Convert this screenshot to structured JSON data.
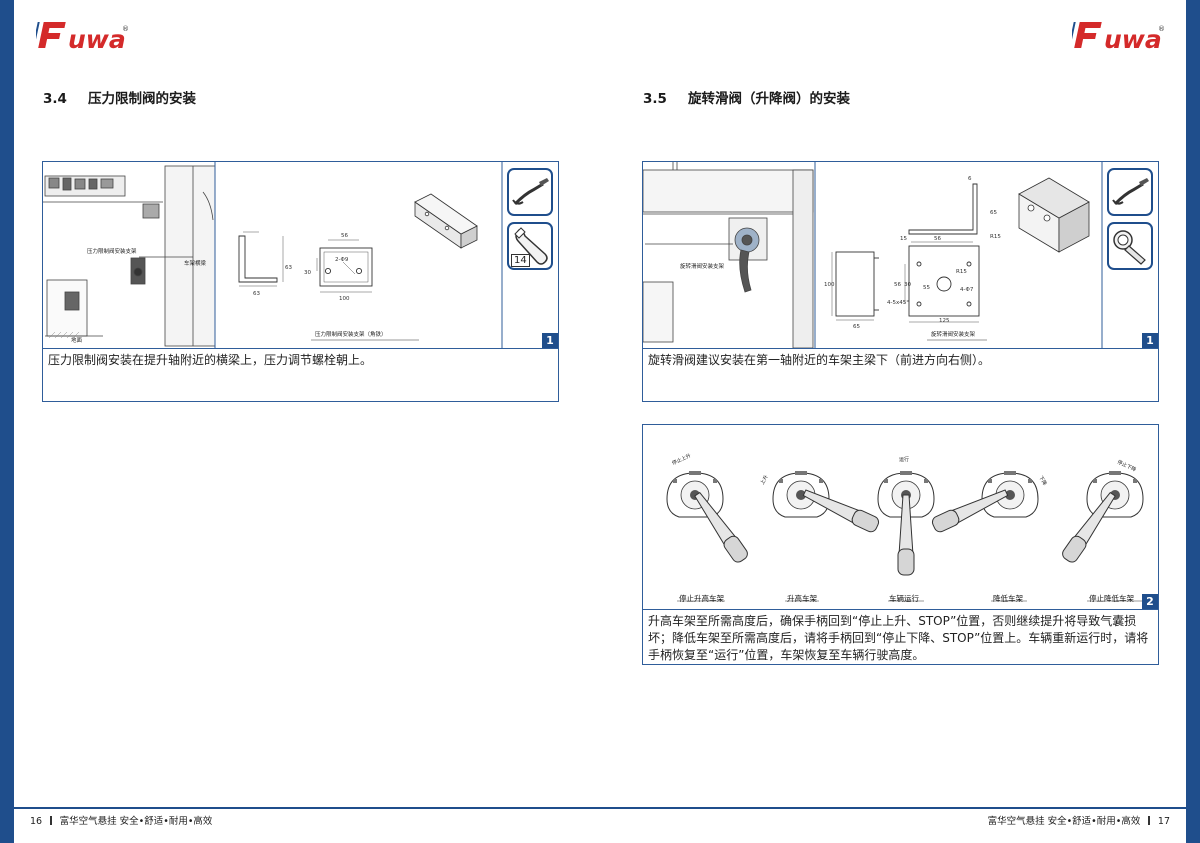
{
  "brand": {
    "name": "Fuwa",
    "registered": "®",
    "color": "#d42a2a",
    "accent": "#1f4e8c"
  },
  "left_page": {
    "section": {
      "number": "3.4",
      "title": "压力限制阀的安装"
    },
    "figure": {
      "badge": "1",
      "labels": {
        "bracket": "压力限制阀安装支架",
        "crossbeam": "车架横梁",
        "ground": "地面",
        "angle_bracket": "压力限制阀安装支架（角铁）"
      },
      "dims": {
        "d63a": "63",
        "d63b": "63",
        "d30": "30",
        "d56": "56",
        "d2phi9": "2-Φ9",
        "d100": "100"
      },
      "tools": {
        "wrench_size": "14"
      }
    },
    "caption": "压力限制阀安装在提升轴附近的横梁上，压力调节螺栓朝上。"
  },
  "right_page": {
    "section": {
      "number": "3.5",
      "title": "旋转滑阀（升降阀）的安装"
    },
    "figure1": {
      "badge": "1",
      "labels": {
        "bracket": "旋转滑阀安装支架",
        "bracket_bottom": "旋转滑阀安装支架"
      },
      "dims": {
        "d6": "6",
        "d65a": "65",
        "dR15a": "R15",
        "d15": "15",
        "d56a": "56",
        "dR15b": "R15",
        "d56b": "56",
        "d30": "30",
        "d55": "55",
        "d4phi7": "4-Φ7",
        "d4x45": "4-5x45°",
        "d100": "100",
        "d65b": "65",
        "d125": "125"
      }
    },
    "caption1": "旋转滑阀建议安装在第一轴附近的车架主梁下（前进方向右侧）。",
    "figure2": {
      "badge": "2",
      "positions": [
        "停止升高车架",
        "升高车架",
        "车辆运行",
        "降低车架",
        "停止降低车架"
      ],
      "top_labels": [
        "停止上升",
        "上升",
        "运行",
        "下降",
        "停止下降"
      ]
    },
    "caption2": "升高车架至所需高度后，确保手柄回到“停止上升、STOP”位置，否则继续提升将导致气囊损坏；降低车架至所需高度后，请将手柄回到“停止下降、STOP”位置上。车辆重新运行时，请将手柄恢复至“运行”位置，车架恢复至车辆行驶高度。"
  },
  "footer": {
    "left": {
      "page": "16",
      "text": "富华空气悬挂  安全•舒适•耐用•高效"
    },
    "right": {
      "page": "17",
      "text": "富华空气悬挂  安全•舒适•耐用•高效"
    }
  }
}
